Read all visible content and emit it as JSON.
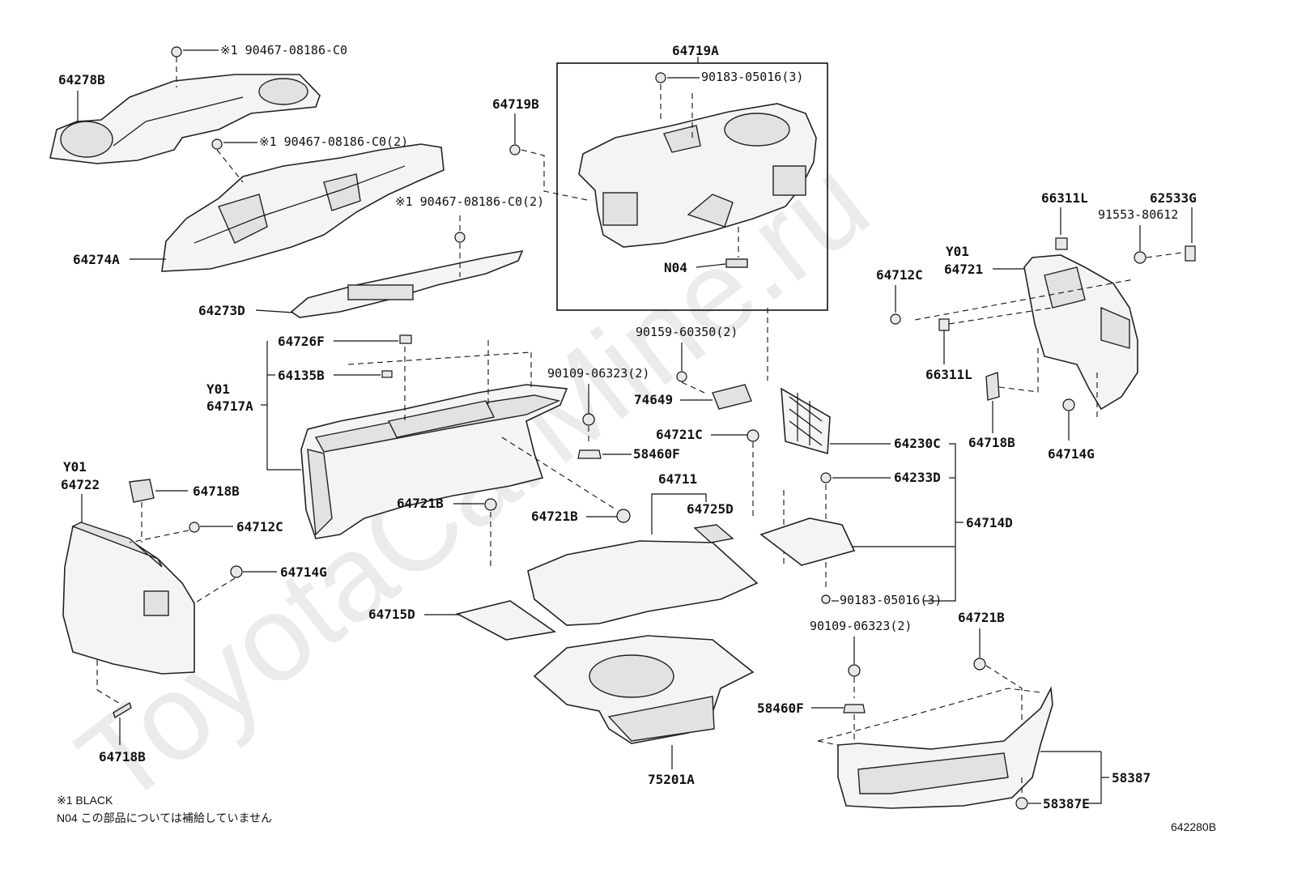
{
  "watermark": "ToyotaCarMine.ru",
  "diagram_code": "642280B",
  "notes": [
    "※1 BLACK",
    "N04 この部品については補給していません"
  ],
  "labels": {
    "p64278B": "64278B",
    "clip1": "※1 90467-08186-C0",
    "clip2": "※1 90467-08186-C0(2)",
    "clip3": "※1 90467-08186-C0(2)",
    "p64274A": "64274A",
    "p64273D": "64273D",
    "p64719A": "64719A",
    "p64719B": "64719B",
    "c90183_top": "90183-05016(3)",
    "n04": "N04",
    "p64726F": "64726F",
    "p64135B": "64135B",
    "y01_a": "Y01",
    "p64717A": "64717A",
    "c90159": "90159-60350(2)",
    "p74649": "74649",
    "c90109_a": "90109-06323(2)",
    "p58460F_a": "58460F",
    "p64721C": "64721C",
    "p64711": "64711",
    "p64725D": "64725D",
    "p64721B_a": "64721B",
    "p64721B_b": "64721B",
    "y01_b": "Y01",
    "p64722": "64722",
    "p64718B_a": "64718B",
    "p64712C_a": "64712C",
    "p64714G_a": "64714G",
    "p64715D": "64715D",
    "p64718B_b": "64718B",
    "p75201A": "75201A",
    "p64230C": "64230C",
    "p64233D": "64233D",
    "p64714D": "64714D",
    "c90183_b": "90183-05016(3)",
    "c90109_b": "90109-06323(2)",
    "p64721B_c": "64721B",
    "p58460F_b": "58460F",
    "p58387": "58387",
    "p58387E": "58387E",
    "p66311L_a": "66311L",
    "p62533G": "62533G",
    "c91553": "91553-80612",
    "y01_c": "Y01",
    "p64721": "64721",
    "p64712C_b": "64712C",
    "p66311L_b": "66311L",
    "p64718B_c": "64718B",
    "p64714G_b": "64714G"
  }
}
